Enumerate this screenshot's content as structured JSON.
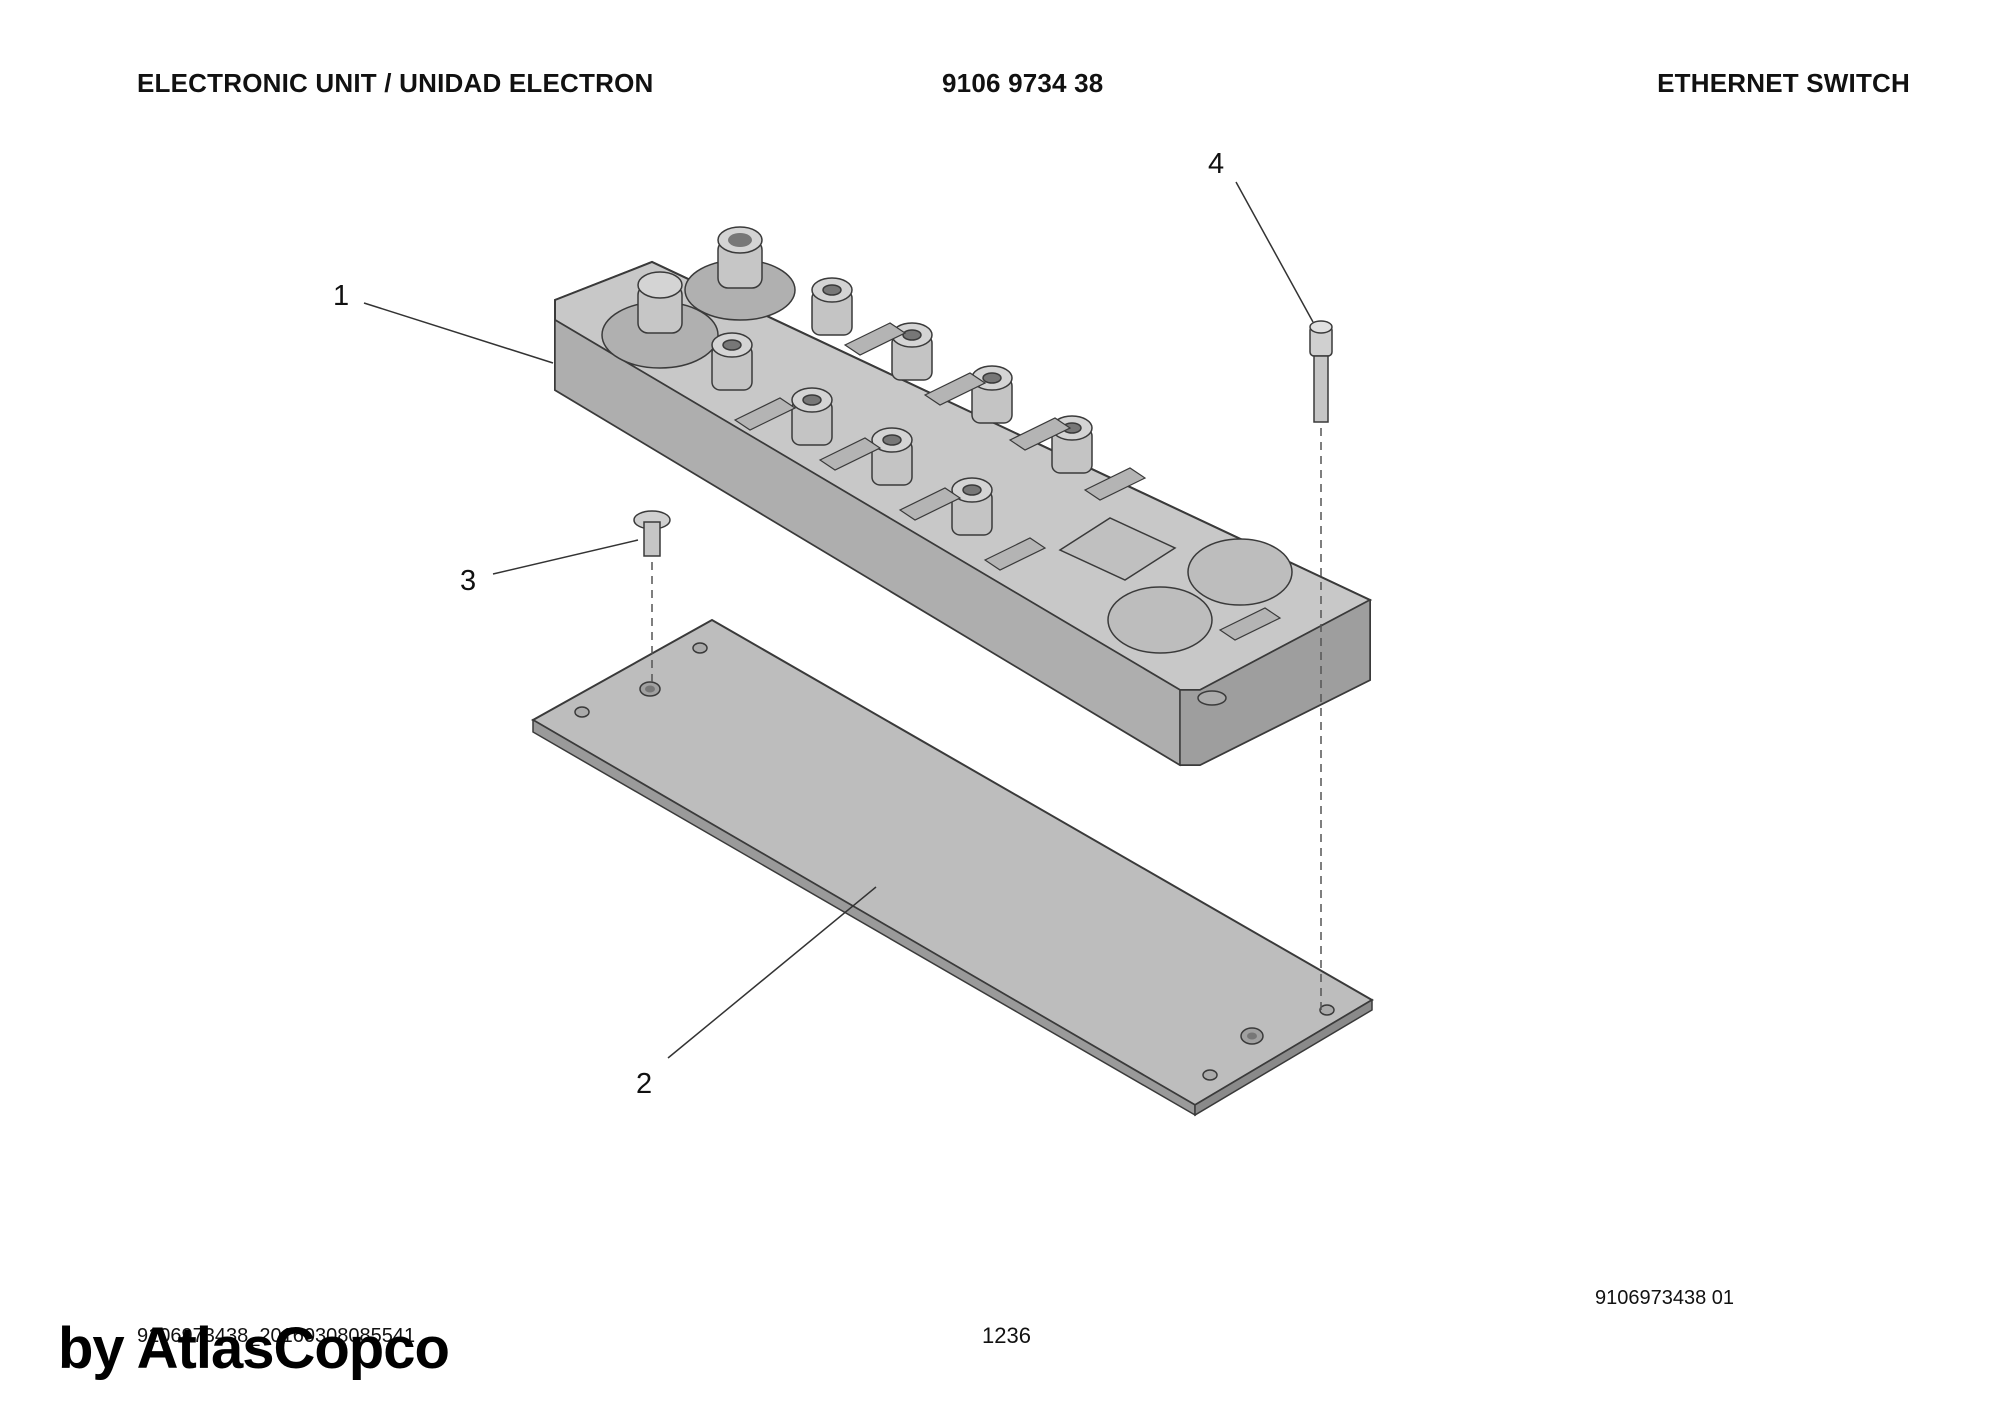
{
  "header": {
    "title": "ELECTRONIC UNIT / UNIDAD ELECTRON",
    "part_number": "9106 9734 38",
    "description": "ETHERNET SWITCH"
  },
  "callouts": [
    "1",
    "2",
    "3",
    "4"
  ],
  "footer": {
    "drawing_number": "9106973438 01",
    "document_reference": "9106973438_20160308085541",
    "page_number": "1236"
  },
  "watermark": "by AtlasCopco",
  "colors": {
    "part_fill": "#c2c2c2",
    "part_stroke": "#3a3a3a",
    "plate_fill": "#bdbdbd"
  }
}
